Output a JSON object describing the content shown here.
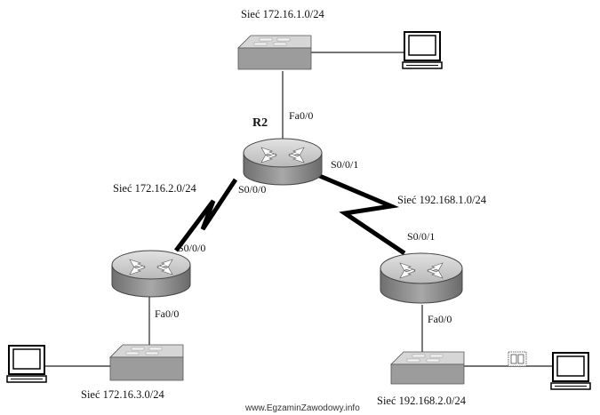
{
  "diagram": {
    "networks": {
      "top": "Sieć 172.16.1.0/24",
      "left_wan": "Sieć 172.16.2.0/24",
      "right_wan": "Sieć 192.168.1.0/24",
      "bottom_left": "Sieć 172.16.3.0/24",
      "bottom_right": "Sieć 192.168.2.0/24"
    },
    "router_center_name": "R2",
    "interfaces": {
      "r2_fa": "Fa0/0",
      "r2_s000": "S0/0/0",
      "r2_s001": "S0/0/1",
      "left_s000": "S0/0/0",
      "left_fa": "Fa0/0",
      "right_s001": "S0/0/1",
      "right_fa": "Fa0/0"
    },
    "watermark": "www.EgzaminZawodowy.info"
  },
  "colors": {
    "device_body": "#9a9a9a",
    "device_top": "#cfcfcf",
    "line": "#222222"
  }
}
